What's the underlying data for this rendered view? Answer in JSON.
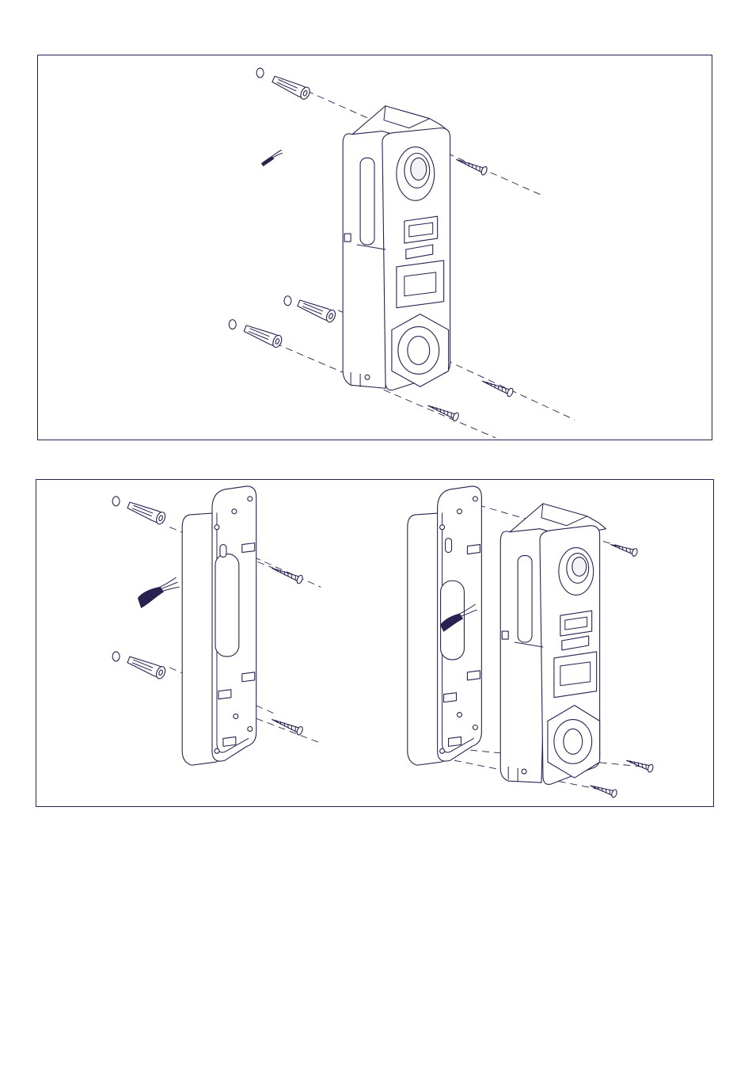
{
  "document": {
    "panels": [
      {
        "id": "top",
        "depicts": "doorbell-unit-wall-mount"
      },
      {
        "id": "bottom",
        "depicts": "mounting-plate-and-doorbell-assembly"
      }
    ]
  },
  "colors": {
    "line": "#2a2150",
    "background": "#ffffff"
  },
  "icons": [
    "wall-plug-icon",
    "screw-icon",
    "wire-bundle-icon",
    "doorbell-unit-icon",
    "mounting-plate-icon"
  ]
}
